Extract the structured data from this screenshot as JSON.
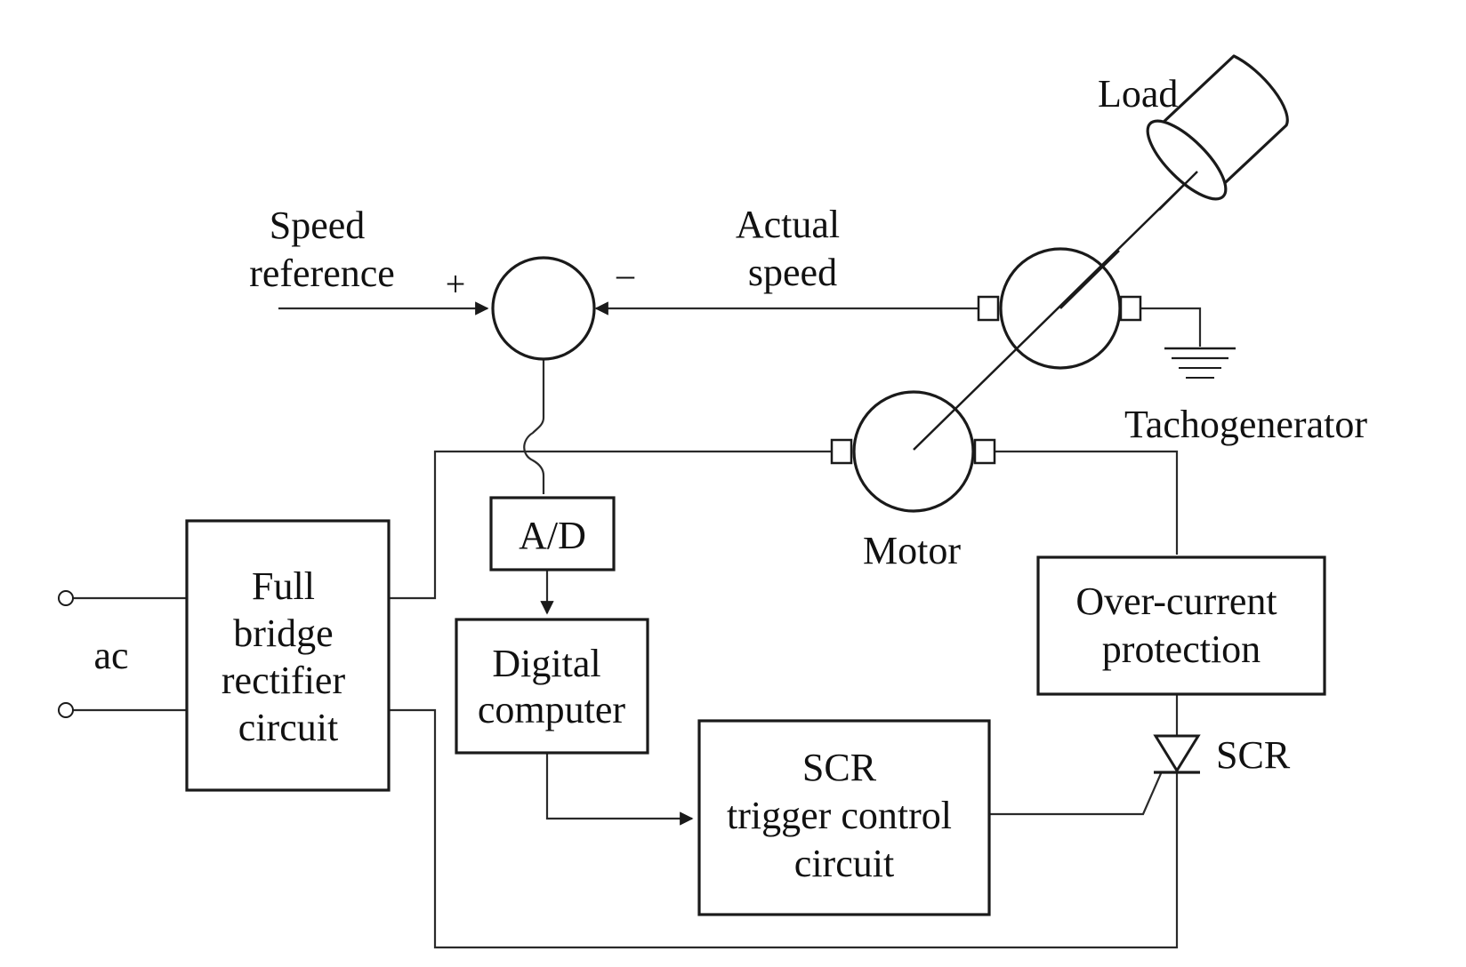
{
  "labels": {
    "speed_reference": [
      "Speed",
      "reference"
    ],
    "actual_speed": [
      "Actual",
      "speed"
    ],
    "plus": "+",
    "minus": "–",
    "load": "Load",
    "tachogenerator": "Tachogenerator",
    "motor": "Motor",
    "ac": "ac",
    "scr": "SCR"
  },
  "blocks": {
    "rectifier": [
      "Full",
      "bridge",
      "rectifier",
      "circuit"
    ],
    "ad": "A/D",
    "computer": [
      "Digital",
      "computer"
    ],
    "trigger": [
      "SCR",
      "trigger control",
      "circuit"
    ],
    "overcurrent": [
      "Over-current",
      "protection"
    ]
  }
}
